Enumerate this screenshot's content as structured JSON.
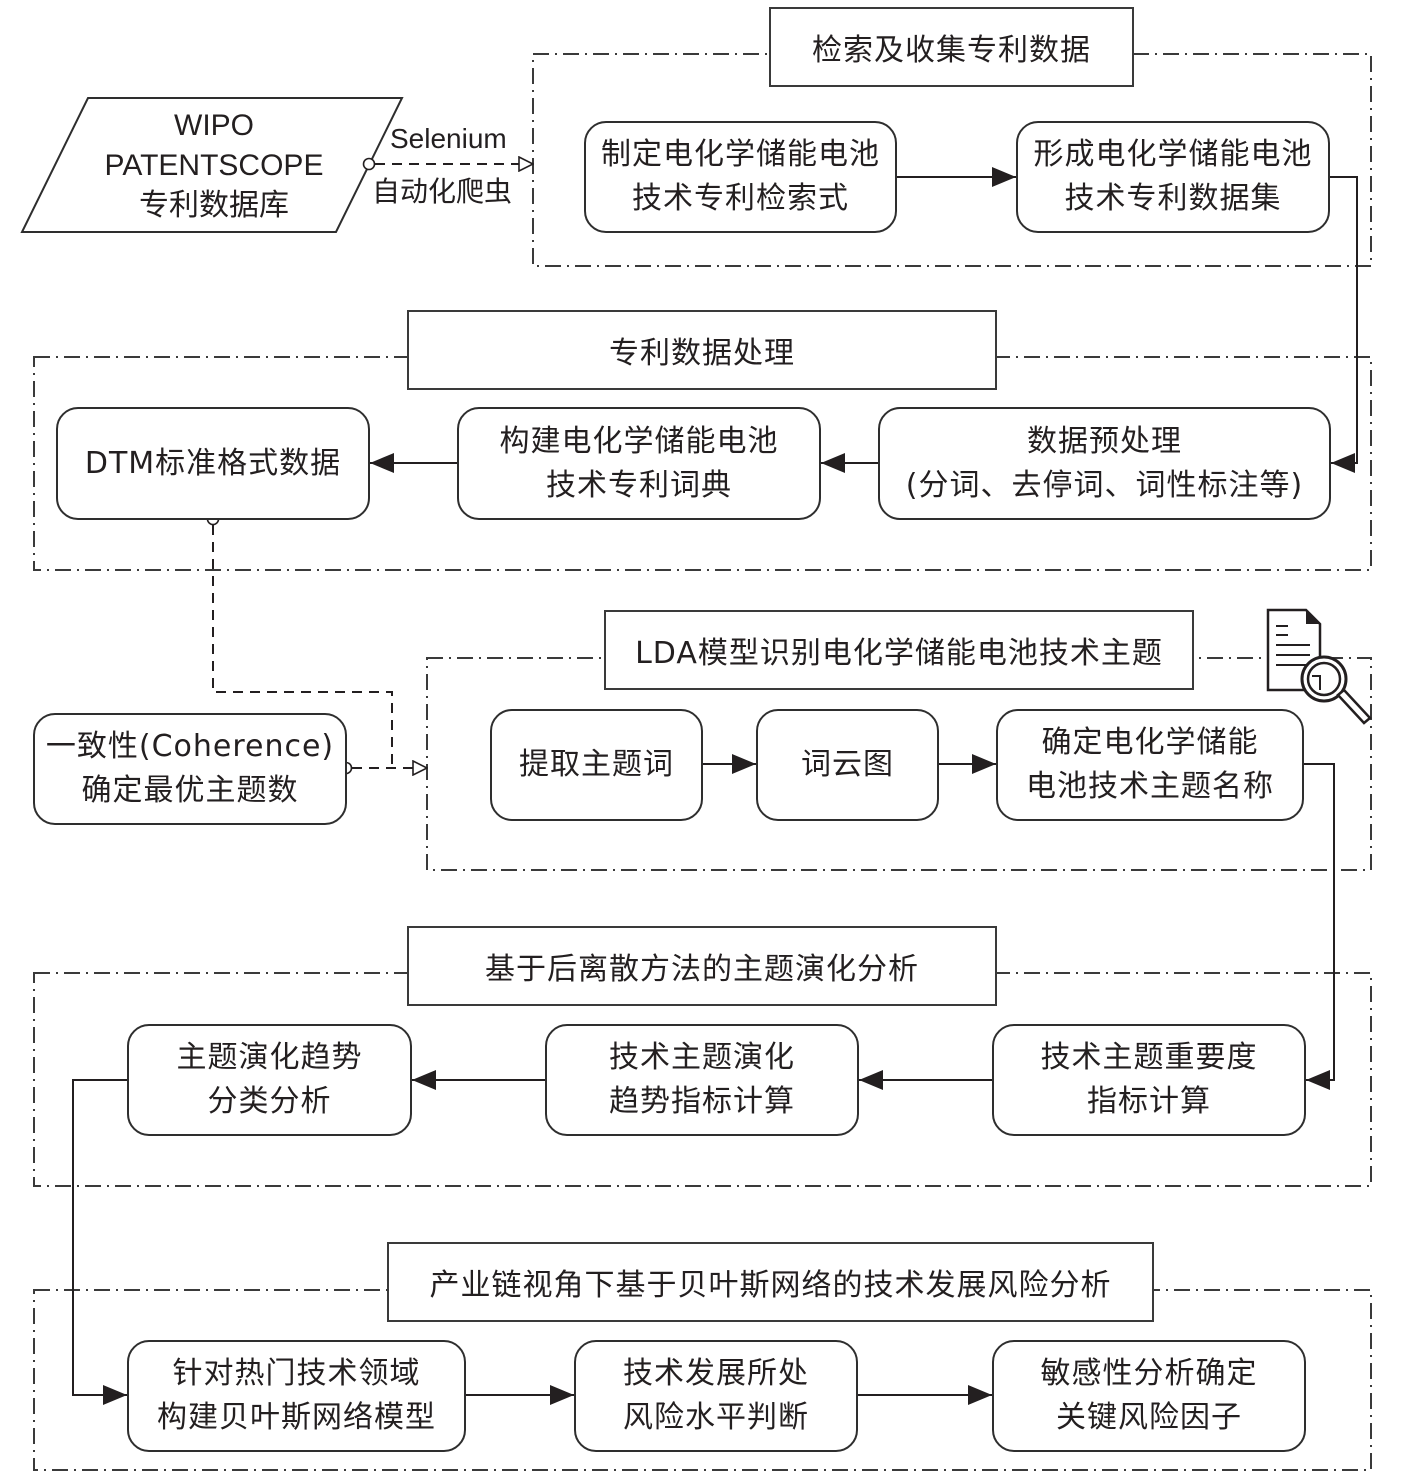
{
  "source": {
    "line1": "WIPO",
    "line2": "PATENTSCOPE",
    "line3": "专利数据库",
    "edge_label_top": "Selenium",
    "edge_label_bottom": "自动化爬虫"
  },
  "groups": [
    {
      "id": "collect",
      "title": "检索及收集专利数据",
      "nodes": [
        {
          "lines": [
            "制定电化学储能电池",
            "技术专利检索式"
          ]
        },
        {
          "lines": [
            "形成电化学储能电池",
            "技术专利数据集"
          ]
        }
      ]
    },
    {
      "id": "process",
      "title": "专利数据处理",
      "nodes": [
        {
          "lines": [
            "DTM标准格式数据"
          ]
        },
        {
          "lines": [
            "构建电化学储能电池",
            "技术专利词典"
          ]
        },
        {
          "lines": [
            "数据预处理",
            "(分词、去停词、词性标注等)"
          ]
        }
      ]
    },
    {
      "id": "lda",
      "title": "LDA模型识别电化学储能电池技术主题",
      "icon": "document-search-icon",
      "nodes": [
        {
          "lines": [
            "提取主题词"
          ]
        },
        {
          "lines": [
            "词云图"
          ]
        },
        {
          "lines": [
            "确定电化学储能",
            "电池技术主题名称"
          ]
        }
      ]
    },
    {
      "id": "evolution",
      "title": "基于后离散方法的主题演化分析",
      "nodes": [
        {
          "lines": [
            "主题演化趋势",
            "分类分析"
          ]
        },
        {
          "lines": [
            "技术主题演化",
            "趋势指标计算"
          ]
        },
        {
          "lines": [
            "技术主题重要度",
            "指标计算"
          ]
        }
      ]
    },
    {
      "id": "risk",
      "title": "产业链视角下基于贝叶斯网络的技术发展风险分析",
      "nodes": [
        {
          "lines": [
            "针对热门技术领域",
            "构建贝叶斯网络模型"
          ]
        },
        {
          "lines": [
            "技术发展所处",
            "风险水平判断"
          ]
        },
        {
          "lines": [
            "敏感性分析确定",
            "关键风险因子"
          ]
        }
      ]
    }
  ],
  "coherence": {
    "lines": [
      "一致性(Coherence)",
      "确定最优主题数"
    ]
  },
  "colors": {
    "stroke": "#2e2e2e",
    "text": "#231f20",
    "background": "#ffffff"
  }
}
